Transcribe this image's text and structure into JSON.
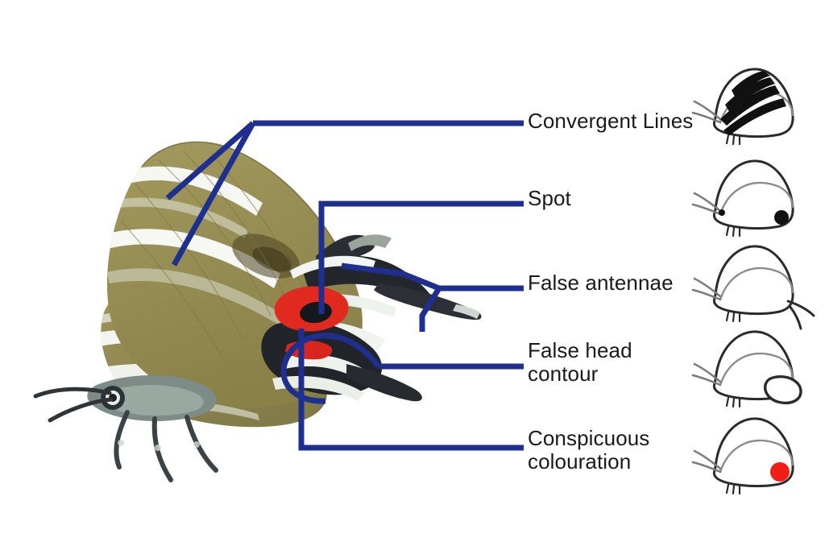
{
  "figure": {
    "kind": "annotated-photograph-diagram",
    "subject": "hairstreak butterfly false-head wing pattern",
    "background_color": "#ffffff",
    "leader_color": "#1f2f8f",
    "label_color": "#1a1a1a"
  },
  "labels": [
    {
      "id": "convergent-lines",
      "text": "Convergent Lines"
    },
    {
      "id": "spot",
      "text": "Spot"
    },
    {
      "id": "false-antennae",
      "text": "False antennae"
    },
    {
      "id": "false-head-contour",
      "text": "False head\ncontour"
    },
    {
      "id": "conspicuous-colouration",
      "text": "Conspicuous\ncolouration"
    }
  ],
  "specimen": {
    "wing_color": "#968d54",
    "wing_shadow": "#7d7542",
    "band_color": "#f4f6f0",
    "red_patch_color": "#e0291f",
    "dark_pattern_color": "#22252a",
    "body_color": "#6f7f7d",
    "tail_color": "#2b2f33"
  },
  "icons": [
    {
      "id": "icon-convergent-lines",
      "feature": "bold dark stripes converging toward hindwing margin",
      "accent": "#000000"
    },
    {
      "id": "icon-spot",
      "feature": "small black eyespot on hindwing margin",
      "accent": "#000000"
    },
    {
      "id": "icon-false-antennae",
      "feature": "thin tails projecting from hindwing",
      "accent": "#3a3a3a"
    },
    {
      "id": "icon-false-head-contour",
      "feature": "rounded lobe outline forming a head shape",
      "accent": "#3a3a3a"
    },
    {
      "id": "icon-conspicuous-colouration",
      "feature": "red patch on hindwing",
      "accent": "#ef1f18"
    }
  ]
}
